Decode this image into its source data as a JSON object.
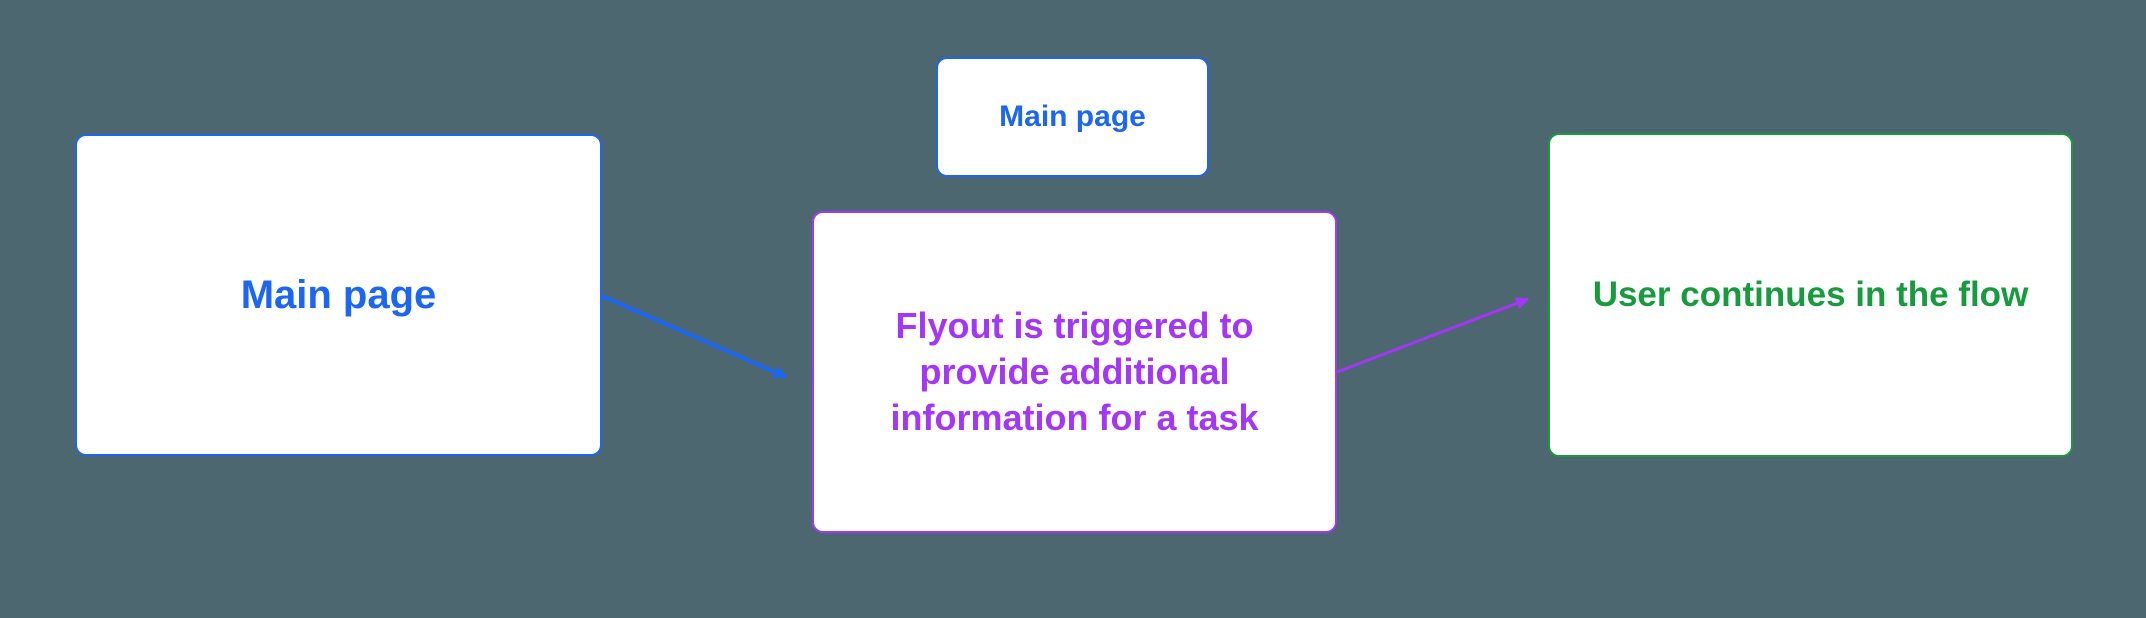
{
  "colors": {
    "background": "#4C6770",
    "node_fill": "#FFFFFF",
    "blue": "#1B66F2",
    "purple": "#A436F7",
    "green": "#189B3F"
  },
  "nodes": {
    "main_page_large": {
      "label": "Main page"
    },
    "main_page_small": {
      "label": "Main page"
    },
    "flyout": {
      "label_lines": [
        "Flyout is triggered to",
        "provide additional",
        "information for a task"
      ]
    },
    "user_continues": {
      "label": "User continues in the flow"
    }
  }
}
